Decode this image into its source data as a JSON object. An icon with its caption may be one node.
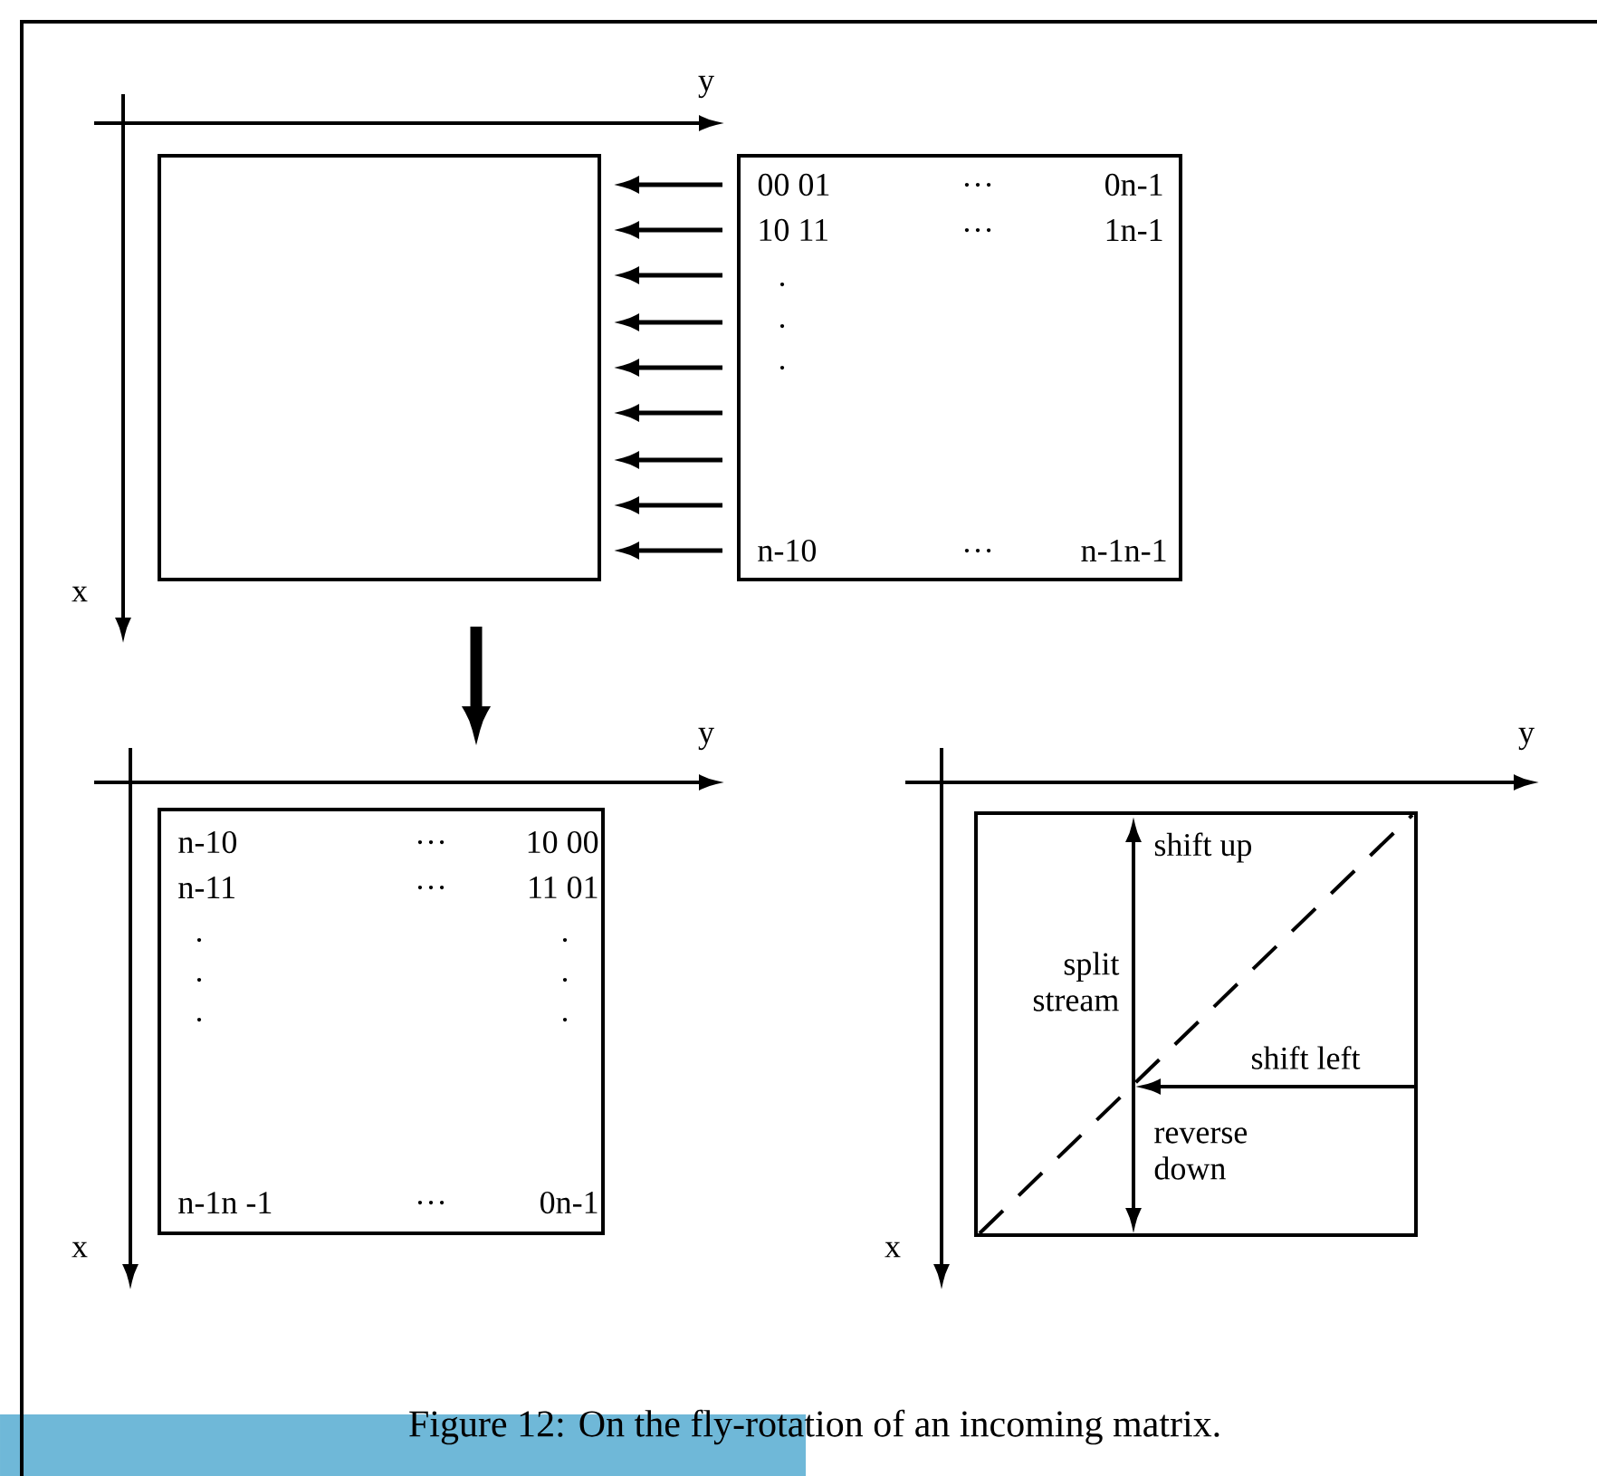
{
  "diagram": {
    "caption": "Figure 12: On the fly-rotation of an incoming matrix.",
    "nodes": [
      {
        "text": [],
        "shape": "box"
      },
      {
        "text": [
          "00 01",
          "…",
          "0n-1",
          "10 11",
          "…",
          "1n-1",
          ".",
          ".",
          ".",
          "n-10",
          "…",
          "n-1n-1"
        ]
      },
      {
        "text": [
          "n-10",
          "…",
          "10 00",
          "n-11",
          "…",
          "11 01",
          ".",
          ".",
          ".",
          ".",
          ".",
          ".",
          "n-1n -1",
          "…",
          "0n-1"
        ]
      },
      {
        "text": [],
        "shape": "box"
      }
    ],
    "edges": [
      {
        "from": 1,
        "to": 0,
        "arrow": "to"
      },
      {
        "from": 1,
        "to": 0,
        "arrow": "to"
      },
      {
        "from": 1,
        "to": 0,
        "arrow": "to"
      },
      {
        "from": 1,
        "to": 0,
        "arrow": "to"
      },
      {
        "from": 1,
        "to": 0,
        "arrow": "to"
      },
      {
        "from": 1,
        "to": 0,
        "arrow": "to"
      },
      {
        "from": 1,
        "to": 0,
        "arrow": "to"
      },
      {
        "from": 1,
        "to": 0,
        "arrow": "to"
      },
      {
        "from": 1,
        "to": 0,
        "arrow": "to"
      },
      {
        "from": 0,
        "to": 2,
        "arrow": "to",
        "style": "thick"
      }
    ],
    "labels": [
      "y",
      "x",
      "y",
      "x",
      "y",
      "shift up",
      "split stream",
      "shift left",
      "reverse down",
      "x"
    ]
  }
}
